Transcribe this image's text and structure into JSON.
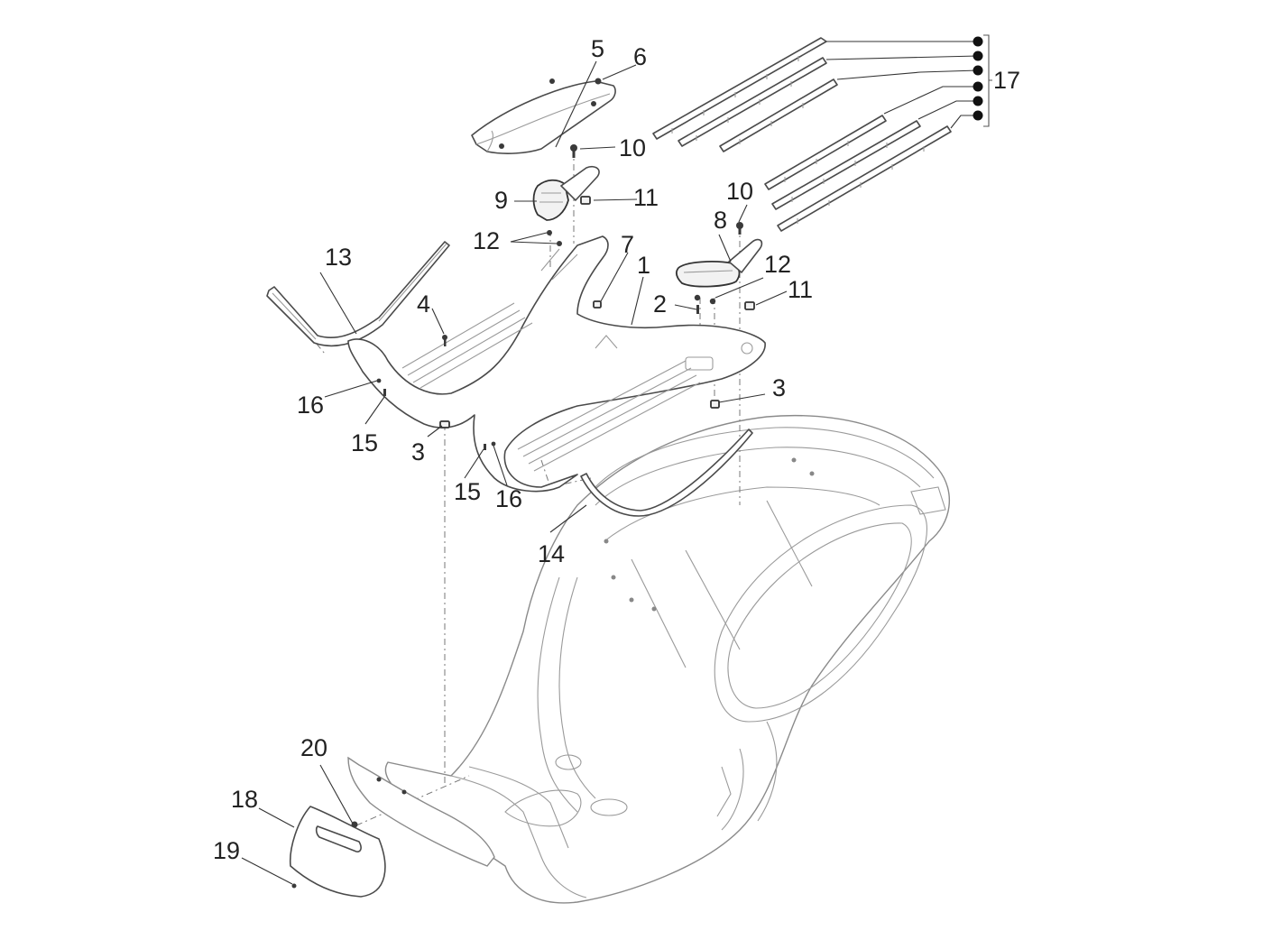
{
  "diagram": {
    "title": "Exploded view - floor boards / footrest assembly",
    "type": "exploded-parts-diagram",
    "callouts": {
      "c1": "1",
      "c2": "2",
      "c3a": "3",
      "c3b": "3",
      "c4": "4",
      "c5": "5",
      "c6": "6",
      "c7": "7",
      "c8": "8",
      "c9": "9",
      "c10a": "10",
      "c10b": "10",
      "c11a": "11",
      "c11b": "11",
      "c12a": "12",
      "c12b": "12",
      "c13": "13",
      "c14": "14",
      "c15a": "15",
      "c15b": "15",
      "c16a": "16",
      "c16b": "16",
      "c17": "17",
      "c18": "18",
      "c19": "19",
      "c20": "20"
    },
    "parts": [
      {
        "ref": "1",
        "name": "footrest-floor-panel"
      },
      {
        "ref": "2",
        "name": "screw"
      },
      {
        "ref": "3",
        "name": "clip-nut"
      },
      {
        "ref": "4",
        "name": "screw"
      },
      {
        "ref": "5",
        "name": "front-cover-plate"
      },
      {
        "ref": "6",
        "name": "screw"
      },
      {
        "ref": "7",
        "name": "clip"
      },
      {
        "ref": "8",
        "name": "right-passenger-footrest"
      },
      {
        "ref": "9",
        "name": "left-passenger-footrest"
      },
      {
        "ref": "10",
        "name": "screw"
      },
      {
        "ref": "11",
        "name": "clip-nut"
      },
      {
        "ref": "12",
        "name": "screw"
      },
      {
        "ref": "13",
        "name": "left-edge-trim"
      },
      {
        "ref": "14",
        "name": "right-edge-trim"
      },
      {
        "ref": "15",
        "name": "screw"
      },
      {
        "ref": "16",
        "name": "washer"
      },
      {
        "ref": "17",
        "name": "rubber-floor-strips-set-of-6"
      },
      {
        "ref": "18",
        "name": "rear-mudflap-cover"
      },
      {
        "ref": "19",
        "name": "screw"
      },
      {
        "ref": "20",
        "name": "clip"
      }
    ],
    "strip_count": 6
  }
}
